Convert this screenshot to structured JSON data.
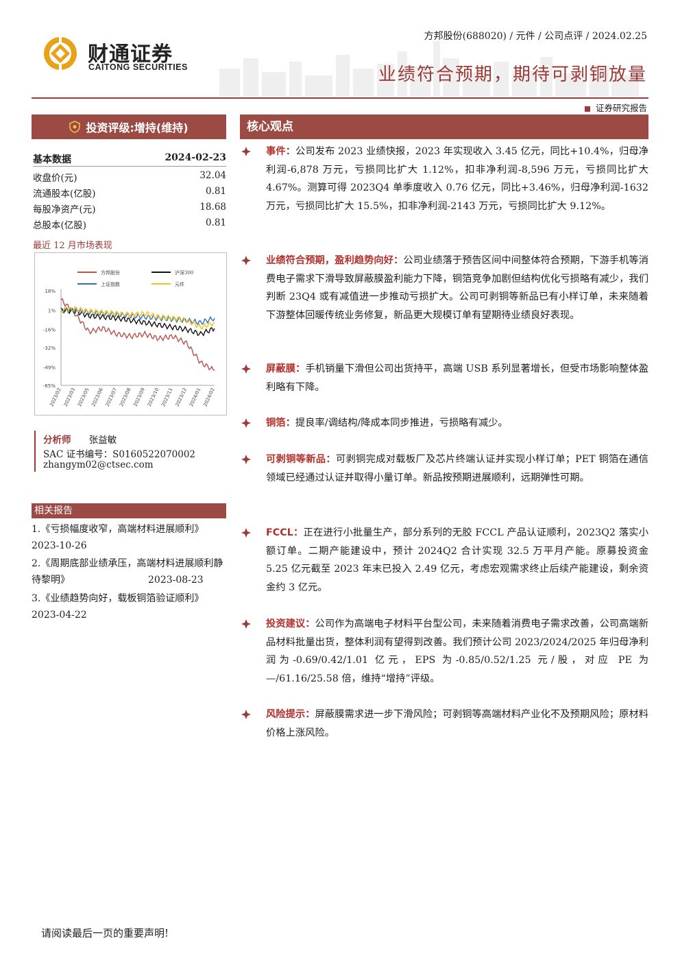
{
  "header": {
    "logo_cn": "财通证券",
    "logo_en": "CAITONG SECURITIES",
    "meta": "方邦股份(688020) / 元件 / 公司点评 / 2024.02.25",
    "headline": "业绩符合预期，期待可剥铜放量",
    "report_type": "证券研究报告"
  },
  "rating": "投资评级:增持(维持)",
  "basic": {
    "title": "基本数据",
    "date": "2024-02-23",
    "rows": [
      {
        "label": "收盘价(元)",
        "value": "32.04"
      },
      {
        "label": "流通股本(亿股)",
        "value": "0.81"
      },
      {
        "label": "每股净资产(元)",
        "value": "18.68"
      },
      {
        "label": "总股本(亿股)",
        "value": "0.81"
      }
    ]
  },
  "perf_title": "最近 12 月市场表现",
  "chart_data": {
    "type": "line",
    "x": [
      "2023/02",
      "2023/03",
      "2023/05",
      "2023/06",
      "2023/07",
      "2023/08",
      "2023/09",
      "2023/10",
      "2023/11",
      "2023/12",
      "2024/01",
      "2024/02"
    ],
    "ylim": [
      -65,
      18
    ],
    "yticks": [
      "18%",
      "1%",
      "-16%",
      "-32%",
      "-49%",
      "-65%"
    ],
    "series": [
      {
        "name": "方邦股份",
        "color": "#b7524c",
        "values": [
          10,
          -2,
          -18,
          -15,
          -20,
          -22,
          -20,
          -24,
          -22,
          -28,
          -45,
          -52
        ]
      },
      {
        "name": "沪深300",
        "color": "#111111",
        "values": [
          1,
          0,
          -4,
          -5,
          -6,
          -8,
          -10,
          -12,
          -14,
          -16,
          -20,
          -15
        ]
      },
      {
        "name": "上证指数",
        "color": "#2f6fc0",
        "values": [
          1,
          1,
          -1,
          -2,
          -3,
          -4,
          -5,
          -6,
          -7,
          -8,
          -10,
          -6
        ]
      },
      {
        "name": "元件",
        "color": "#f2c21b",
        "values": [
          1,
          2,
          0,
          -1,
          -2,
          -3,
          -2,
          -5,
          -6,
          -8,
          -14,
          -10
        ]
      }
    ]
  },
  "analyst": {
    "role": "分析师",
    "name": "张益敏",
    "sac": "SAC 证书编号：S0160522070002",
    "email": "zhangym02@ctsec.com"
  },
  "related": {
    "title": "相关报告",
    "items": [
      {
        "text": "1.《亏损幅度收窄，高端材料进展顺利》",
        "date": "2023-10-26"
      },
      {
        "text": "2.《周期底部业绩承压，高端材料进展顺利静待黎明》",
        "date": "2023-08-23"
      },
      {
        "text": "3.《业绩趋势向好，载板铜箔验证顺利》",
        "date": "2023-04-22"
      }
    ]
  },
  "core": {
    "title": "核心观点",
    "points": [
      {
        "label": "事件：",
        "text": "公司发布 2023 业绩快报，2023 年实现收入 3.45 亿元，同比+10.4%，归母净利润-6,878 万元，亏损同比扩大 1.12%，扣非净利润-8,596 万元，亏损同比扩大 4.67%。测算可得 2023Q4 单季度收入 0.76 亿元，同比+3.46%，归母净利润-1632 万元，亏损同比扩大 15.5%，扣非净利润-2143 万元，亏损同比扩大 9.12%。"
      },
      {
        "label": "业绩符合预期，盈利趋势向好：",
        "text": "公司业绩落于预告区间中间整体符合预期，下游手机等消费电子需求下滑导致屏蔽膜盈利能力下降，铜箔竞争加剧但结构优化亏损略有减少，我们判断 23Q4 或有减值进一步推动亏损扩大。公司可剥铜等新品已有小样订单，未来随着下游整体回暖传统业务修复，新品更大规模订单有望期待业绩良好表现。"
      },
      {
        "label": "屏蔽膜：",
        "text": "手机销量下滑但公司出货持平，高端 USB 系列显著增长，但受市场影响整体盈利略有下降。"
      },
      {
        "label": "铜箔：",
        "text": "提良率/调结构/降成本同步推进，亏损略有减少。"
      },
      {
        "label": "可剥铜等新品：",
        "text": "可剥铜完成对载板厂及芯片终端认证并实现小样订单；PET 铜箔在通信领域已经通过认证并取得小量订单。新品按预期进展顺利，远期弹性可期。"
      },
      {
        "label": "FCCL：",
        "text": "正在进行小批量生产，部分系列的无胶 FCCL 产品认证顺利，2023Q2 落实小额订单。二期产能建设中，预计 2024Q2 合计实现 32.5 万平月产能。原募投资金 5.25 亿元截至 2023 年末已投入 2.49 亿元，考虑宏观需求终止后续产能建设，剩余资金约 3 亿元。"
      },
      {
        "label": "投资建议：",
        "text": "公司作为高端电子材料平台型公司，未来随着消费电子需求改善，公司高端新品材料批量出货，整体利润有望得到改善。我们预计公司 2023/2024/2025 年归母净利润为-0.69/0.42/1.01 亿元，EPS 为-0.85/0.52/1.25 元/股，对应 PE 为—/61.16/25.58 倍，维持“增持”评级。"
      },
      {
        "label": "风险提示：",
        "text": "屏蔽膜需求进一步下滑风险；可剥铜等高端材料产业化不及预期风险；原材料价格上涨风险。"
      }
    ]
  },
  "footer": "请阅读最后一页的重要声明!"
}
